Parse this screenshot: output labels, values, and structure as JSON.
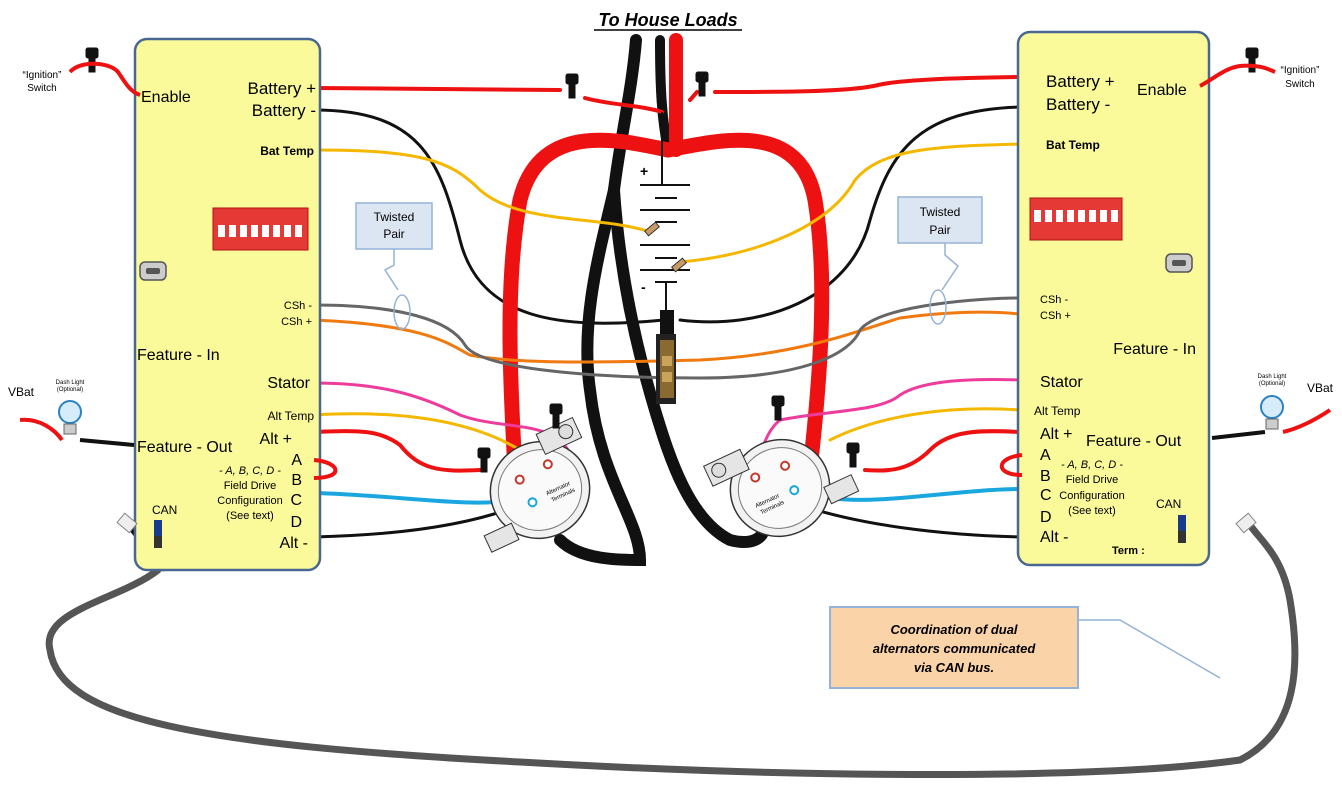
{
  "title": "To House Loads",
  "twisted_pair": [
    "Twisted",
    "Pair"
  ],
  "coordination_note": [
    "Coordination of dual",
    "alternators communicated",
    "via CAN bus."
  ],
  "left_module": {
    "enable": "Enable",
    "battery_pos": "Battery +",
    "battery_neg": "Battery  -",
    "bat_temp": "Bat Temp",
    "csh_neg": "CSh -",
    "csh_pos": "CSh +",
    "feature_in": "Feature - In",
    "stator": "Stator",
    "alt_temp": "Alt Temp",
    "alt_pos": "Alt +",
    "terminal_a": "A",
    "terminal_b": "B",
    "terminal_c": "C",
    "terminal_d": "D",
    "alt_neg": "Alt -",
    "feature_out": "Feature - Out",
    "field_drive_1": "- A, B, C, D -",
    "field_drive_2": "Field Drive",
    "field_drive_3": "Configuration",
    "field_drive_4": "(See text)",
    "can": "CAN"
  },
  "right_module": {
    "enable": "Enable",
    "battery_pos": "Battery +",
    "battery_neg": "Battery  -",
    "bat_temp": "Bat Temp",
    "csh_neg": "CSh -",
    "csh_pos": "CSh +",
    "feature_in": "Feature - In",
    "stator": "Stator",
    "alt_temp": "Alt Temp",
    "alt_pos": "Alt +",
    "terminal_a": "A",
    "terminal_b": "B",
    "terminal_c": "C",
    "terminal_d": "D",
    "alt_neg": "Alt -",
    "feature_out": "Feature - Out",
    "field_drive_1": "- A, B, C, D -",
    "field_drive_2": "Field Drive",
    "field_drive_3": "Configuration",
    "field_drive_4": "(See text)",
    "can": "CAN",
    "term": "Term :"
  },
  "ignition_switch": [
    "“Ignition”",
    "Switch"
  ],
  "vbat": "VBat",
  "dash_light": [
    "Dash Light",
    "(Optional)"
  ],
  "battery_symbols": {
    "plus": "+",
    "minus": "-"
  },
  "colors": {
    "module_fill": "#fafa9a",
    "module_border": "#4a6791",
    "power_red": "#ee1111",
    "ground_black": "#111111",
    "temp_yellow": "#f5b800",
    "stator_pink": "#ee3c9c",
    "field_blue": "#1aa7e0",
    "shunt_orange": "#f07a10",
    "shunt_gray": "#666666",
    "cable_gray": "#555555",
    "note_fill": "#fad3a8",
    "note_border": "#94b3d6",
    "twisted_fill": "#dce6f2"
  }
}
